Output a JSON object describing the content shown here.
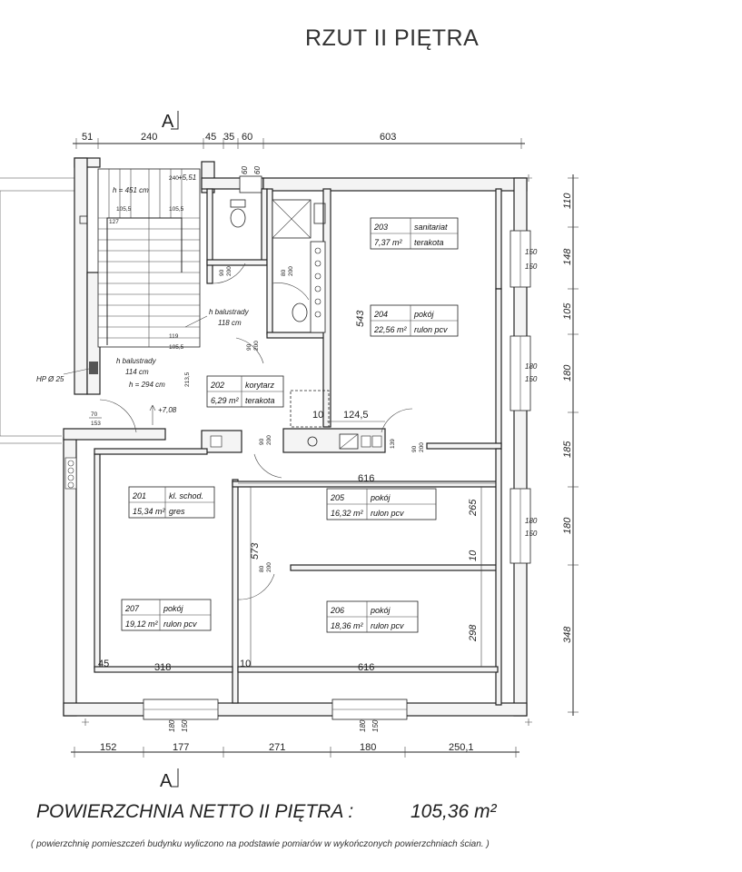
{
  "title": "RZUT II PIĘTRA",
  "section_marks": {
    "top": "A",
    "bottom": "A"
  },
  "top_dims": [
    "51",
    "240",
    "45",
    "35",
    "60",
    "603"
  ],
  "bottom_dims": [
    "152",
    "177",
    "271",
    "180",
    "250,1"
  ],
  "right_dims": [
    "110",
    "148",
    "105",
    "180",
    "185",
    "180",
    "348"
  ],
  "window_tags": {
    "r1": [
      "150",
      "150"
    ],
    "r2": [
      "180",
      "150"
    ],
    "r3": [
      "180",
      "150"
    ],
    "b1": [
      "180",
      "150"
    ],
    "b2": [
      "180",
      "150"
    ],
    "t1": [
      "60",
      "60"
    ]
  },
  "interior_dims": {
    "d543": "543",
    "d616a": "616",
    "d265": "265",
    "d10a": "10",
    "d573": "573",
    "d298": "298",
    "d45": "45",
    "d318": "318",
    "d10b": "10",
    "d616b": "616",
    "d10c": "10",
    "d1245": "124,5",
    "d70": "70",
    "d153": "153",
    "d139": "139",
    "d2135": "213,5"
  },
  "stair_notes": {
    "h451": "h = 451 cm",
    "lvl551": "+5,51",
    "lvl708": "+7,08",
    "bal1": "h balustrady",
    "bal1v": "118 cm",
    "bal2": "h balustrady",
    "bal2v": "114 cm",
    "h294": "h = 294 cm",
    "hp": "HP Ø 25",
    "s240": "240",
    "s1055a": "105,5",
    "s1055b": "105,5",
    "s127": "127",
    "s119": "119",
    "s105b": "105,5"
  },
  "doors": {
    "d1": [
      "90",
      "200"
    ],
    "d2": [
      "80",
      "200"
    ],
    "d3": [
      "90",
      "200"
    ],
    "d4": [
      "90",
      "200"
    ],
    "d5": [
      "90",
      "200"
    ],
    "d6": [
      "80",
      "200"
    ]
  },
  "rooms": [
    {
      "no": "203",
      "name": "sanitariat",
      "area": "7,37 m²",
      "floor": "terakota"
    },
    {
      "no": "204",
      "name": "pokój",
      "area": "22,56 m²",
      "floor": "rulon pcv"
    },
    {
      "no": "202",
      "name": "korytarz",
      "area": "6,29 m²",
      "floor": "terakota"
    },
    {
      "no": "201",
      "name": "kl. schod.",
      "area": "15,34 m²",
      "floor": "gres"
    },
    {
      "no": "205",
      "name": "pokój",
      "area": "16,32 m²",
      "floor": "rulon pcv"
    },
    {
      "no": "207",
      "name": "pokój",
      "area": "19,12 m²",
      "floor": "rulon pcv"
    },
    {
      "no": "206",
      "name": "pokój",
      "area": "18,36 m²",
      "floor": "rulon pcv"
    }
  ],
  "net_area_label": "POWIERZCHNIA  NETTO II PIĘTRA :",
  "net_area_value": "105,36 m²",
  "footnote": "( powierzchnię pomieszczeń budynku wyliczono na podstawie pomiarów w wykończonych powierzchniach ścian. )"
}
